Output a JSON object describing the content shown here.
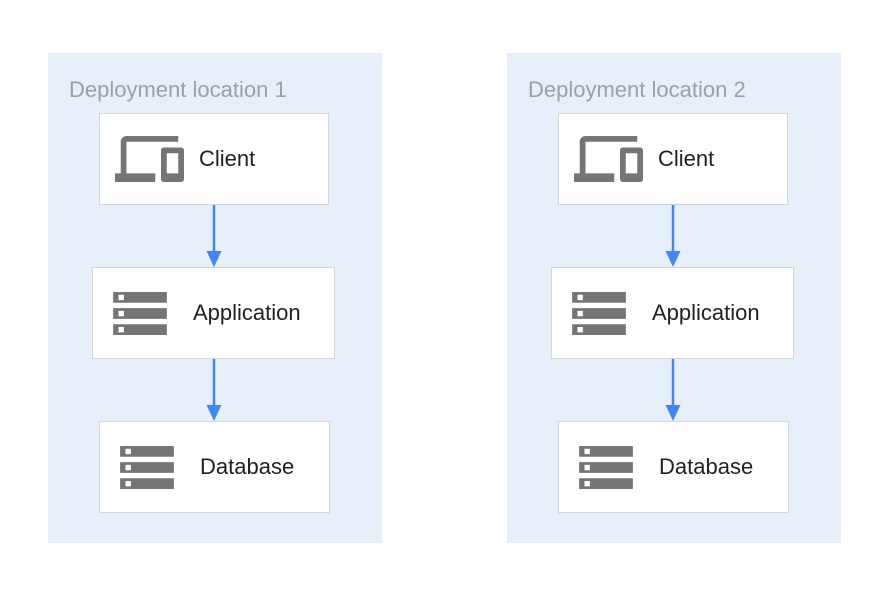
{
  "colors": {
    "panel_bg": "#e7f0fa",
    "box_border": "#d3d6d8",
    "box_bg": "#ffffff",
    "arrow_color": "#4285f4",
    "icon_gray": "#757575",
    "title_gray": "#9aa0a6",
    "label_text": "#202124",
    "page_bg": "#ffffff"
  },
  "diagram": {
    "locations": [
      {
        "title": "Deployment location 1",
        "nodes": [
          {
            "label": "Client",
            "icon": "devices-icon"
          },
          {
            "label": "Application",
            "icon": "server-stack-icon"
          },
          {
            "label": "Database",
            "icon": "server-stack-icon"
          }
        ],
        "edges": [
          {
            "from": "Client",
            "to": "Application"
          },
          {
            "from": "Application",
            "to": "Database"
          }
        ]
      },
      {
        "title": "Deployment location 2",
        "nodes": [
          {
            "label": "Client",
            "icon": "devices-icon"
          },
          {
            "label": "Application",
            "icon": "server-stack-icon"
          },
          {
            "label": "Database",
            "icon": "server-stack-icon"
          }
        ],
        "edges": [
          {
            "from": "Client",
            "to": "Application"
          },
          {
            "from": "Application",
            "to": "Database"
          }
        ]
      }
    ]
  }
}
